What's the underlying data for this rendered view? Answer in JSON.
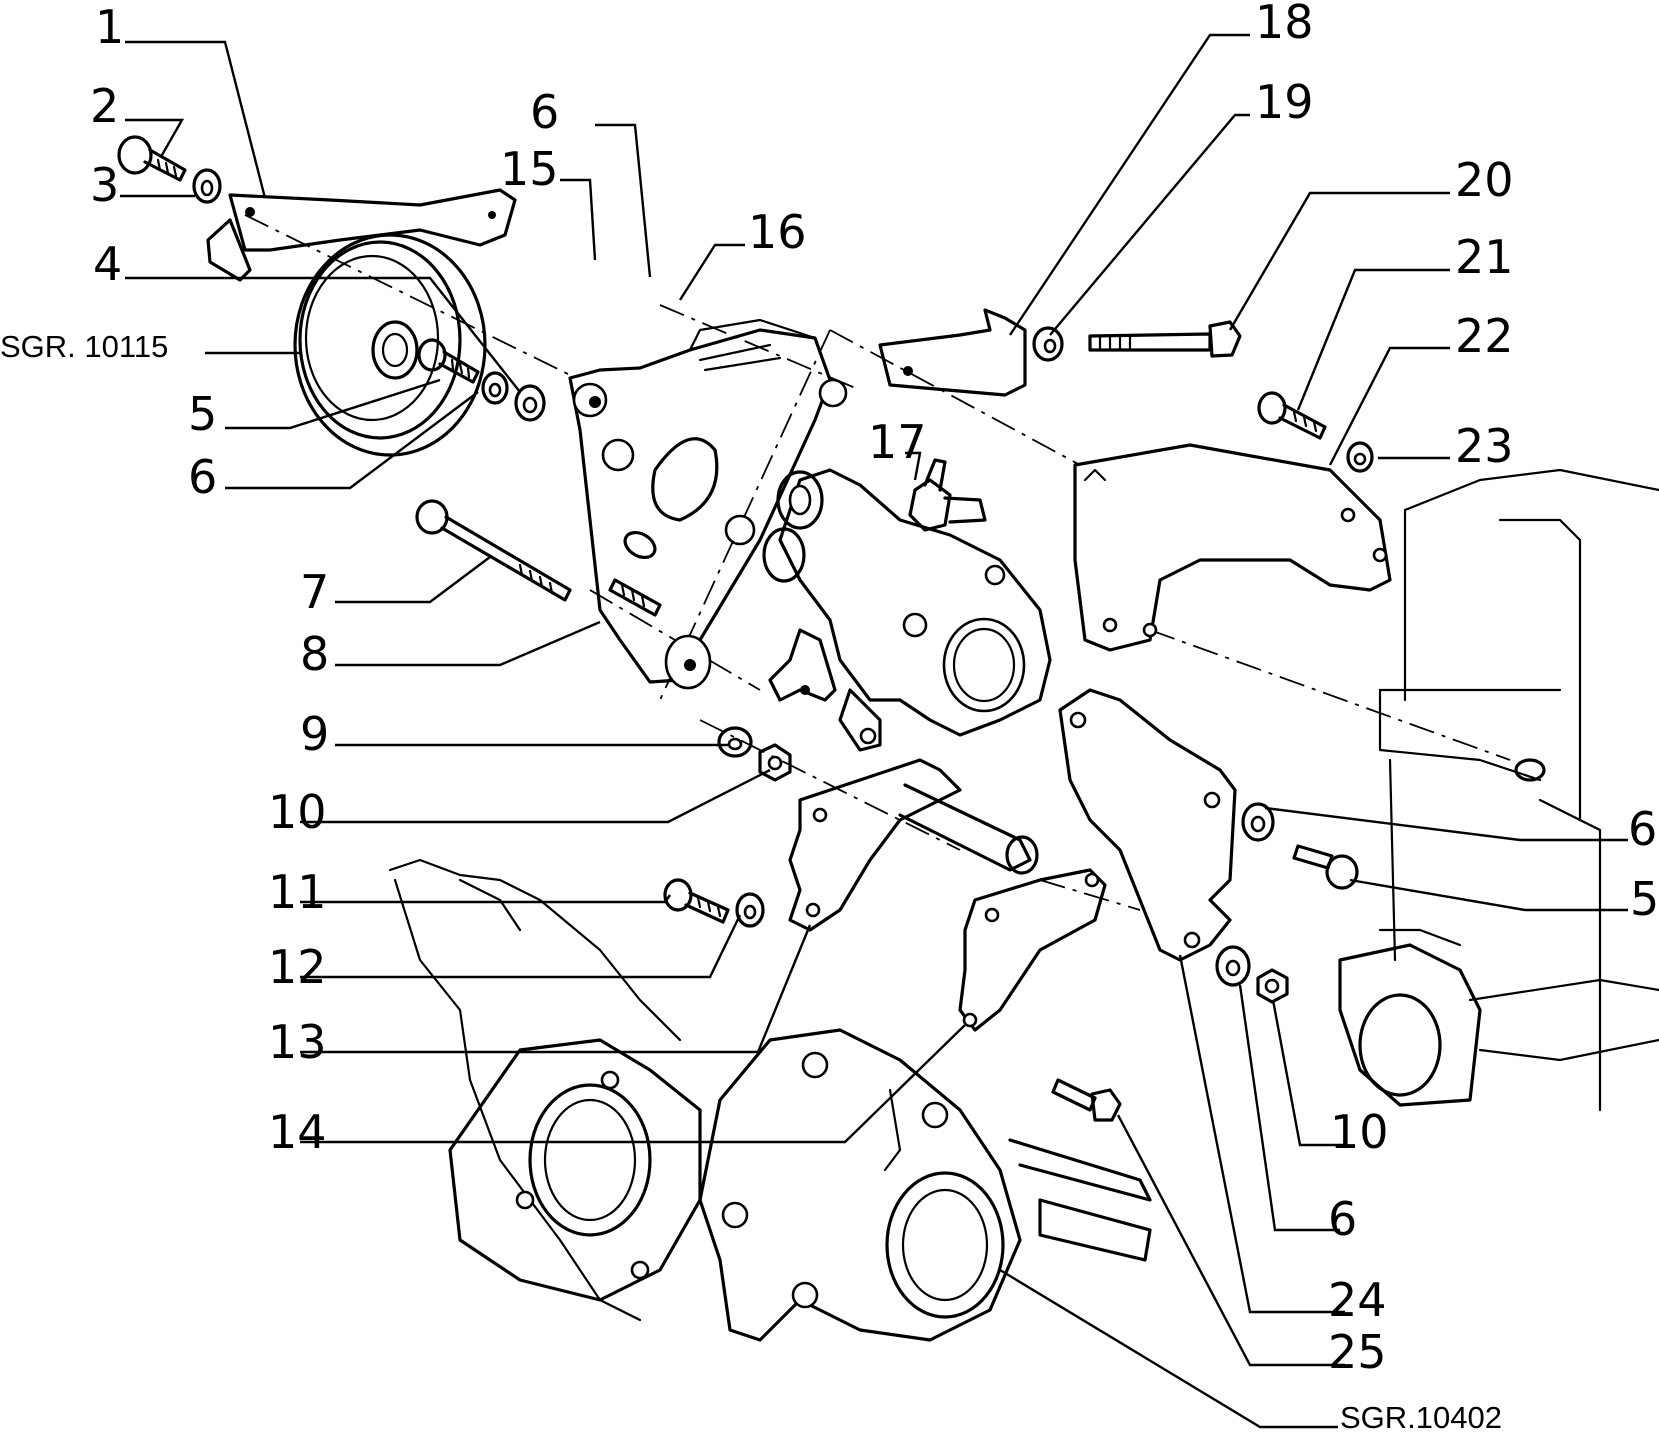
{
  "callouts": {
    "c1": "1",
    "c2": "2",
    "c3": "3",
    "c4": "4",
    "c5a": "5",
    "c6a": "6",
    "c7": "7",
    "c8": "8",
    "c9": "9",
    "c10a": "10",
    "c11": "11",
    "c12": "12",
    "c13": "13",
    "c14": "14",
    "c6b": "6",
    "c15": "15",
    "c16": "16",
    "c17": "17",
    "c18": "18",
    "c19": "19",
    "c20": "20",
    "c21": "21",
    "c22": "22",
    "c23": "23",
    "c6c": "6",
    "c5b": "5",
    "c10b": "10",
    "c6d": "6",
    "c24": "24",
    "c25": "25"
  },
  "references": {
    "top_left": "SGR. 10115",
    "bottom_right": "SGR.10402"
  }
}
